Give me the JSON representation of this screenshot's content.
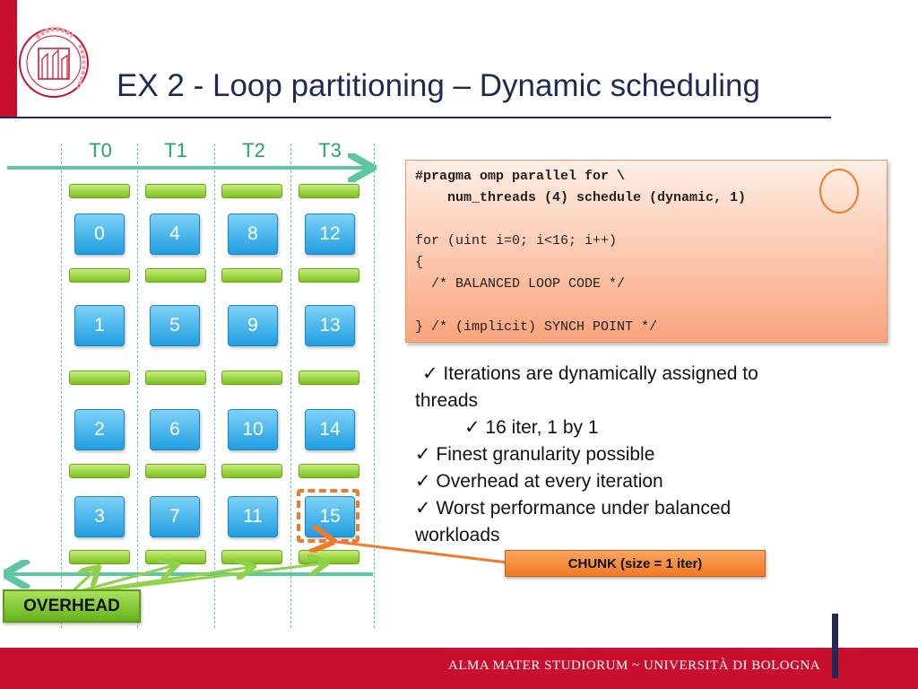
{
  "slide": {
    "title": "EX 2 - Loop partitioning – Dynamic scheduling",
    "seal_text": "STUDIORUM · DI BOLOGNA"
  },
  "threads": [
    "T0",
    "T1",
    "T2",
    "T3"
  ],
  "rows": [
    [
      "0",
      "4",
      "8",
      "12"
    ],
    [
      "1",
      "5",
      "9",
      "13"
    ],
    [
      "2",
      "6",
      "10",
      "14"
    ],
    [
      "3",
      "7",
      "11",
      "15"
    ]
  ],
  "code": {
    "line1": "#pragma omp parallel for \\",
    "line2": "    num_threads (4) schedule (dynamic, 1)",
    "line3": "for (uint i=0; i<16; i++)",
    "line4": "{",
    "line5": "  /* BALANCED LOOP CODE */",
    "line6": "} /* (implicit) SYNCH POINT */"
  },
  "bullets": {
    "b1a": "✓  Iterations are dynamically assigned to",
    "b1b": "threads",
    "b2": "✓  16 iter, 1 by 1",
    "b3": "✓ Finest granularity possible",
    "b4": "✓ Overhead at every iteration",
    "b5a": "✓ Worst performance under balanced",
    "b5b": "workloads"
  },
  "callouts": {
    "chunk": "CHUNK (size = 1 iter)",
    "overhead": "OVERHEAD"
  },
  "footer": {
    "text": "ALMA MATER STUDIORUM ~ UNIVERSITÀ DI BOLOGNA"
  },
  "colors": {
    "brand_red": "#c8102e",
    "title_navy": "#1f2b55",
    "thread_green": "#27a36b",
    "block_blue": "#1f9ee0",
    "bar_green": "#7cc21e",
    "accent_orange": "#f07a2a"
  }
}
